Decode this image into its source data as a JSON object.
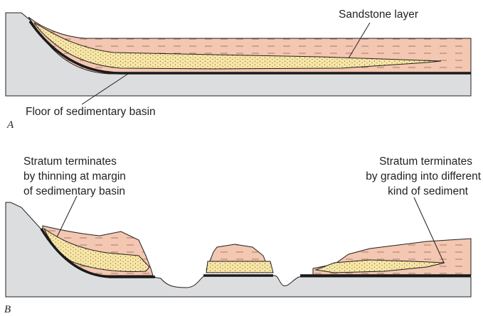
{
  "panel_a": {
    "letter": "A",
    "labels": {
      "sandstone": "Sandstone layer",
      "floor": "Floor of sedimentary basin"
    }
  },
  "panel_b": {
    "letter": "B",
    "labels": {
      "left_line1": "Stratum terminates",
      "left_line2": "by thinning at margin",
      "left_line3": "of sedimentary basin",
      "right_line1": "Stratum terminates",
      "right_line2": "by grading into different",
      "right_line3": "kind of sediment"
    }
  },
  "colors": {
    "bedrock": "#dcdddf",
    "shale": "#f3c7b1",
    "sandstone": "#f7e6a6",
    "floor_line": "#1a1a1a",
    "outline": "#231f20"
  }
}
